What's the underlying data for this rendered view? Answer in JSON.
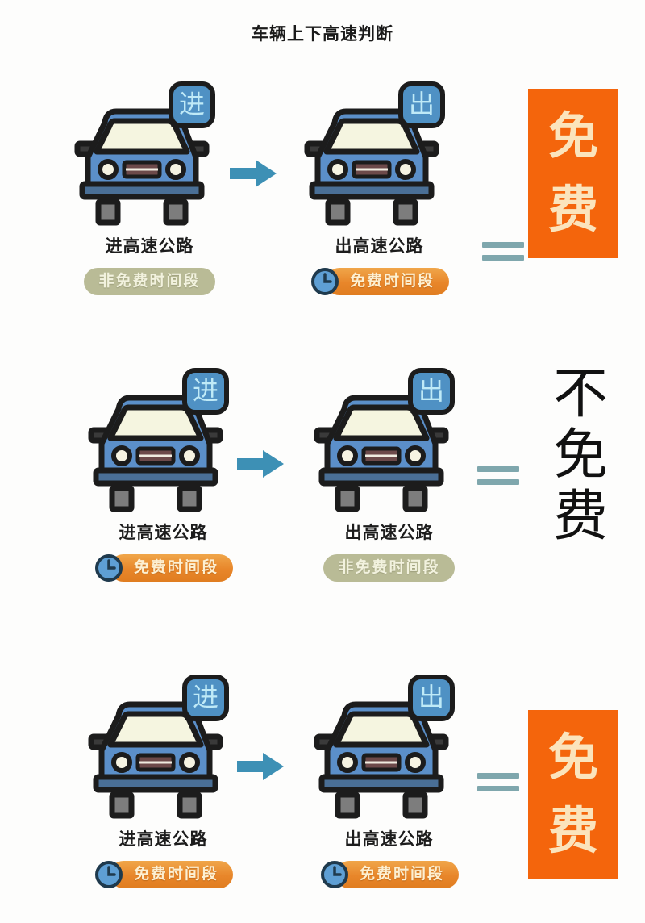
{
  "title": "车辆上下高速判断",
  "icons": {
    "car": "car-front-icon",
    "arrow": "right-arrow-icon",
    "clock": "clock-icon",
    "equals": "equals-icon",
    "sign_entry": "entry-sign-icon",
    "sign_exit": "exit-sign-icon"
  },
  "colors": {
    "car_body": "#5b8fc9",
    "car_outline": "#1c1c1c",
    "windshield": "#f5f5e0",
    "sign": "#4f91c4",
    "sign_text": "#bfeaf7",
    "arrow": "#3d90b5",
    "equals": "#7fa7ad",
    "badge_free": "#e8862a",
    "badge_free_text": "#fdf0d2",
    "badge_nonfree": "#b9bb96",
    "badge_nonfree_text": "#f2f2de",
    "result_box": "#f4650c",
    "result_box_text": "#fbe4bc",
    "result_plain_text": "#111111",
    "background": "#fdfdfc"
  },
  "labels": {
    "entry_sign": "进",
    "exit_sign": "出",
    "entry_highway": "进高速公路",
    "exit_highway": "出高速公路",
    "free_period": "免费时间段",
    "nonfree_period": "非免费时间段"
  },
  "rows": [
    {
      "id": "row-1",
      "entry": {
        "sign": "进",
        "label": "进高速公路",
        "badge": "非免费时间段",
        "badge_type": "nonfree",
        "has_clock": false
      },
      "exit": {
        "sign": "出",
        "label": "出高速公路",
        "badge": "免费时间段",
        "badge_type": "free",
        "has_clock": true
      },
      "result": "免费",
      "result_chars": [
        "免",
        "费"
      ],
      "result_style": "boxed-orange"
    },
    {
      "id": "row-2",
      "entry": {
        "sign": "进",
        "label": "进高速公路",
        "badge": "免费时间段",
        "badge_type": "free",
        "has_clock": true
      },
      "exit": {
        "sign": "出",
        "label": "出高速公路",
        "badge": "非免费时间段",
        "badge_type": "nonfree",
        "has_clock": false
      },
      "result": "不免费",
      "result_chars": [
        "不",
        "免",
        "费"
      ],
      "result_style": "plain-black"
    },
    {
      "id": "row-3",
      "entry": {
        "sign": "进",
        "label": "进高速公路",
        "badge": "免费时间段",
        "badge_type": "free",
        "has_clock": true
      },
      "exit": {
        "sign": "出",
        "label": "出高速公路",
        "badge": "免费时间段",
        "badge_type": "free",
        "has_clock": true
      },
      "result": "免费",
      "result_chars": [
        "免",
        "费"
      ],
      "result_style": "boxed-orange"
    }
  ]
}
